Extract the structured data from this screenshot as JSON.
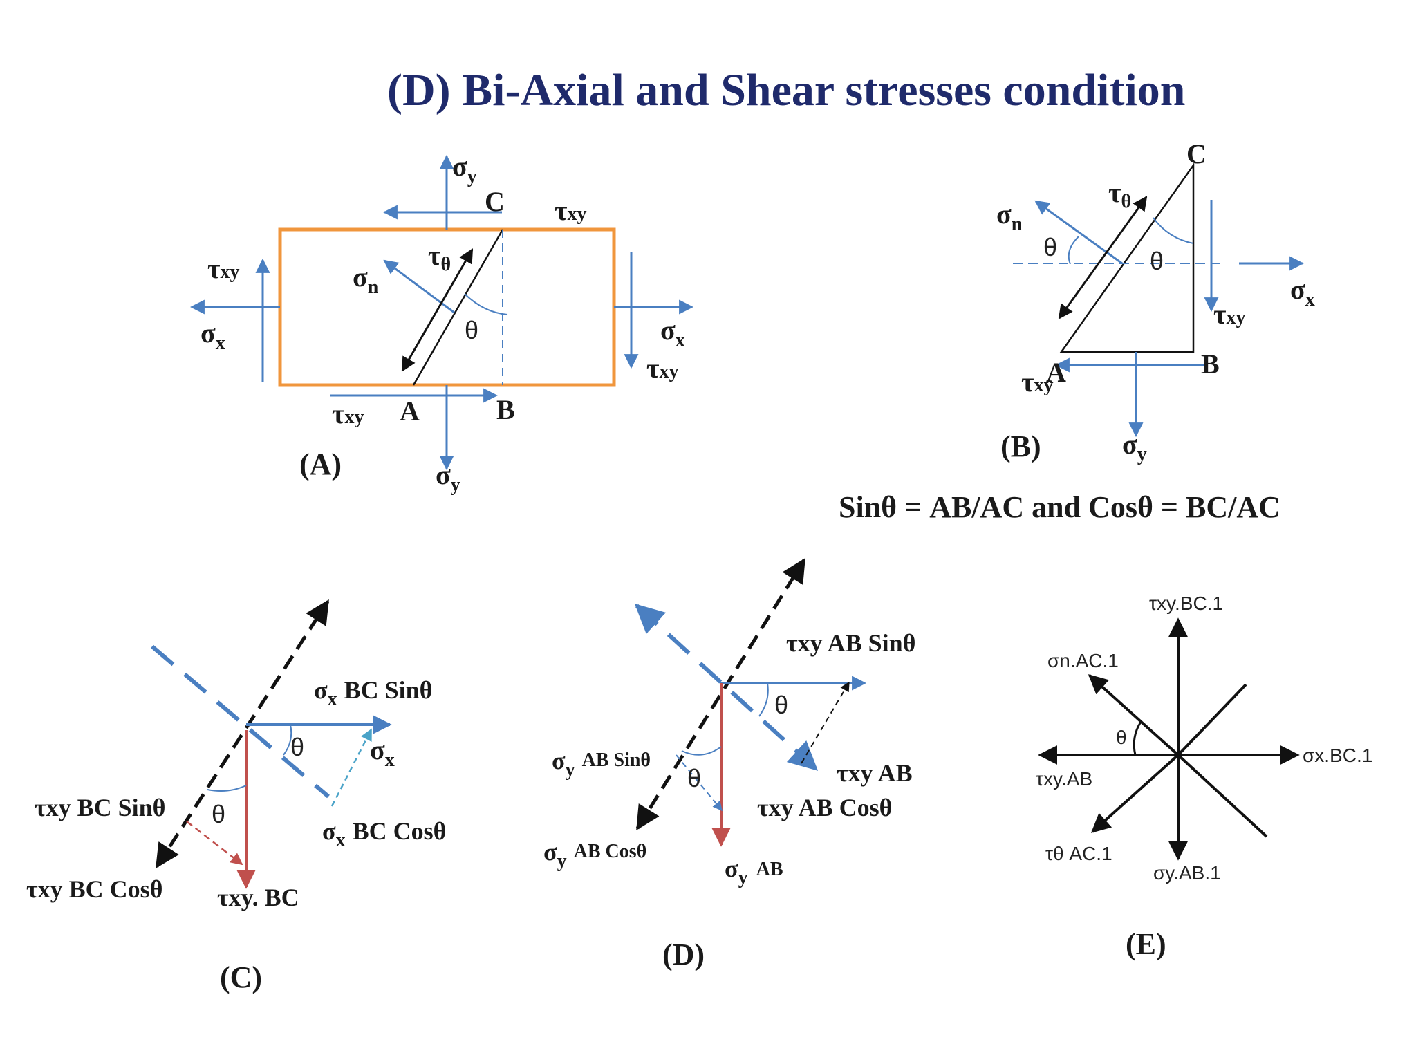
{
  "title": "(D) Bi-Axial and Shear stresses condition",
  "colors": {
    "title": "#1f2a6b",
    "blue": "#4a7fc1",
    "orange": "#f0963c",
    "red": "#c0504d",
    "black": "#111111",
    "teal": "#4aa3c8"
  },
  "sym": {
    "sigma": "σ",
    "tau": "τ",
    "theta": "θ",
    "x": "x",
    "y": "y",
    "n": "n",
    "xy": "xy",
    "A": "A",
    "B": "B",
    "C": "C"
  },
  "captions": {
    "a": "(A)",
    "b": "(B)",
    "c": "(C)",
    "d": "(D)",
    "e": "(E)"
  },
  "formula": "Sinθ = AB/AC  and Cosθ = BC/AC",
  "panel_c": {
    "bc_sin": "BC Sinθ",
    "bc_cos": "BC Cosθ",
    "txy_bc_sin": "τxy BC Sinθ",
    "txy_bc_cos": "τxy BC Cosθ",
    "txy_bc": "τxy. BC"
  },
  "panel_d": {
    "txy_ab_sin": "τxy AB Sinθ",
    "txy_ab": "τxy AB",
    "txy_ab_cos": "τxy AB Cosθ",
    "ab_sin": "AB Sinθ",
    "ab_cos": "AB Cosθ",
    "ab": "AB"
  },
  "panel_e": {
    "top": "τxy.BC.1",
    "upper_left": "σn.AC.1",
    "right": "σx.BC.1",
    "left": "τxy.AB",
    "lower_left": "τθ AC.1",
    "bottom": "σy.AB.1"
  }
}
